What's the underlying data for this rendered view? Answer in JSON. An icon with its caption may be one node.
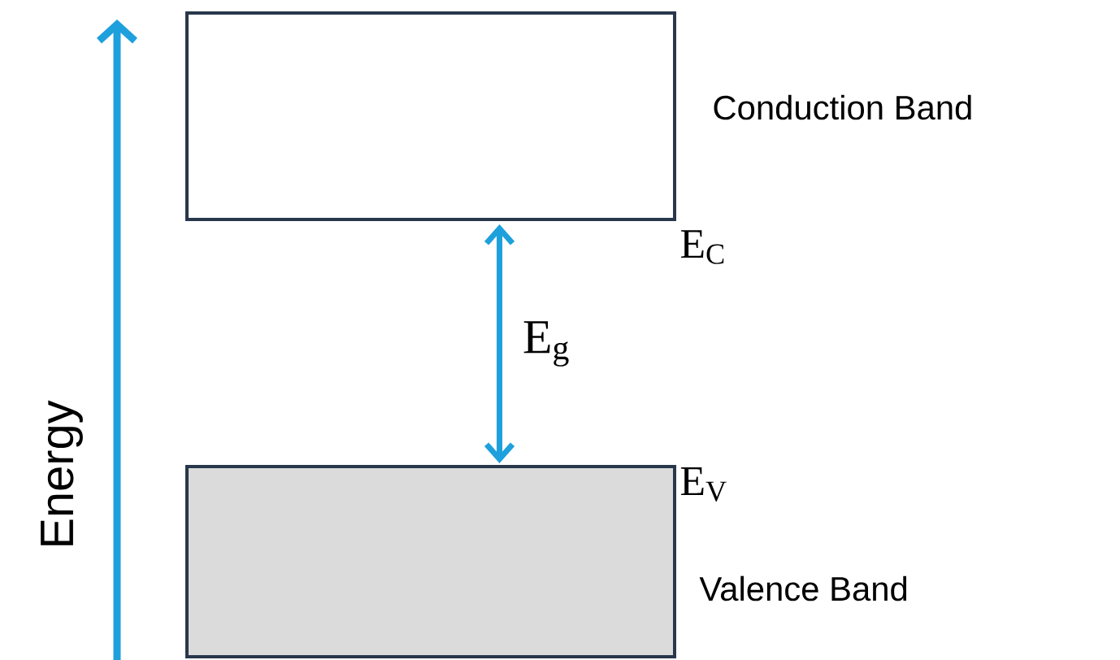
{
  "diagram": {
    "nodes": [
      {
        "text": [],
        "shape": "box",
        "beside": [
          "Conduction Band"
        ]
      },
      {
        "text": [],
        "shape": "box",
        "beside": [
          "Valence Band"
        ]
      }
    ],
    "edges": [
      {
        "from": 0,
        "to": 1,
        "arrow": "both",
        "label": "E$_{g}$"
      }
    ],
    "labels": [
      "Energy",
      "E$_{C}$",
      "E$_{V}$"
    ]
  }
}
